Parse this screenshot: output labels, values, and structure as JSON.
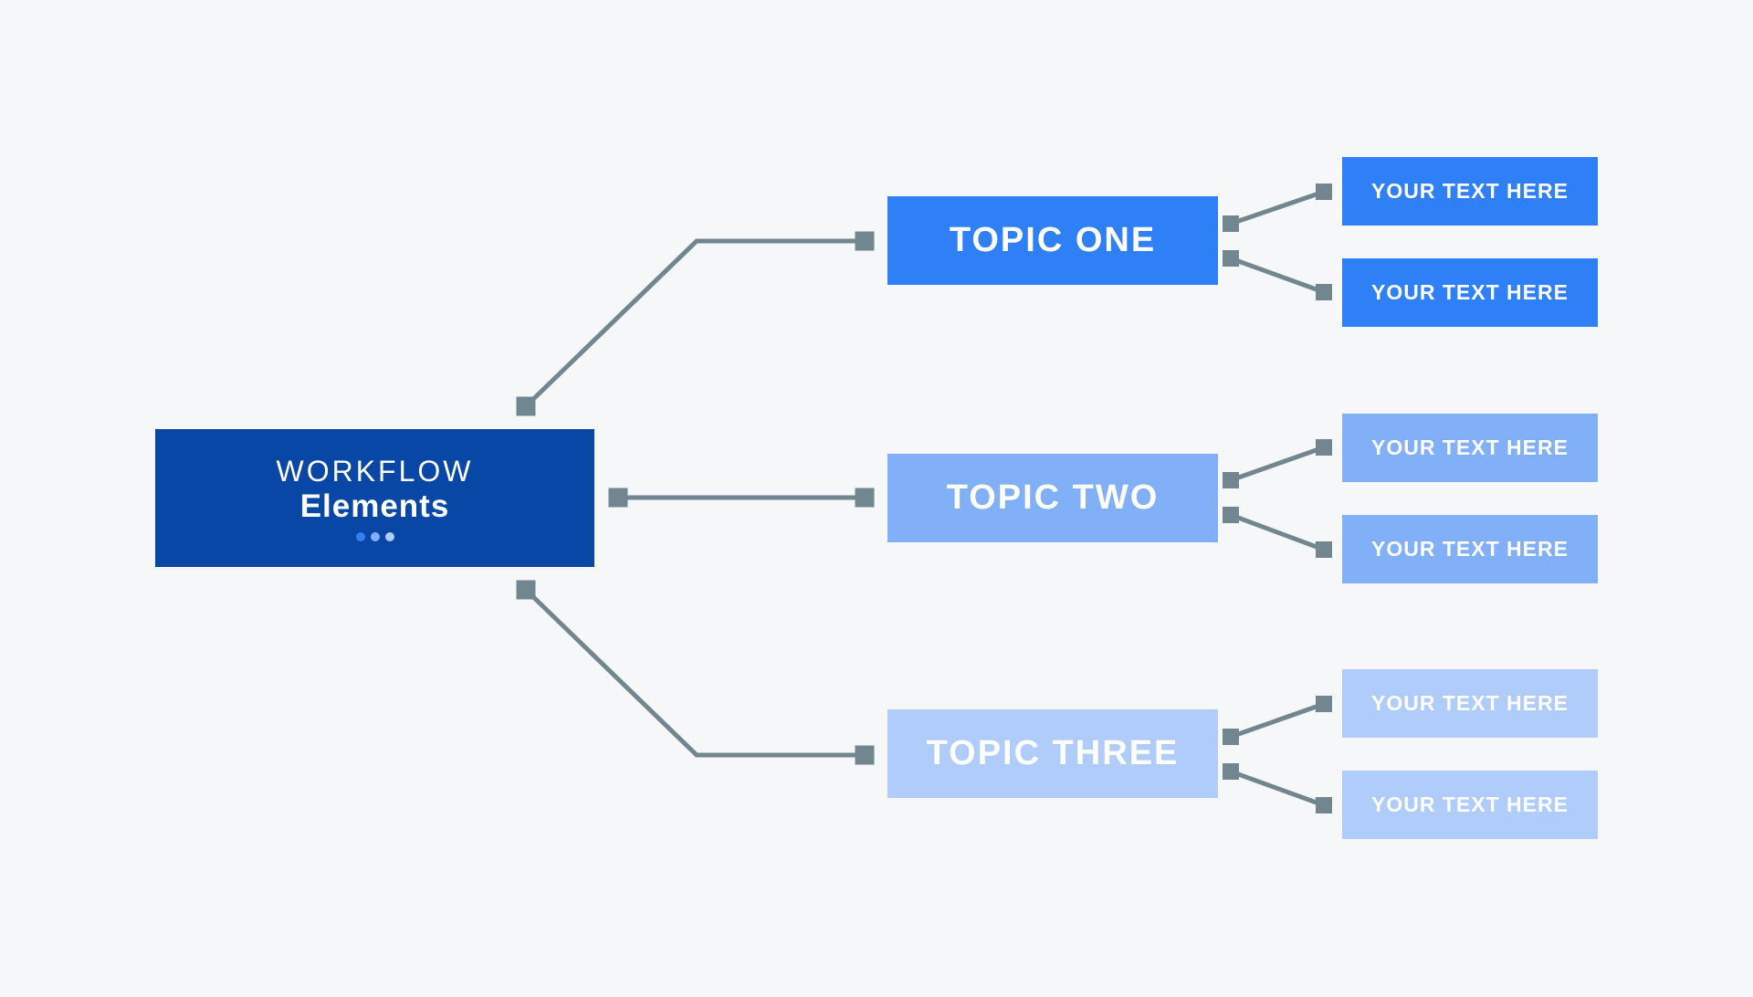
{
  "canvas": {
    "background": "#f6f7f8"
  },
  "colors": {
    "connector": "#72868f",
    "root_fill": "#0847a6",
    "topic_one_fill": "#2f80f7",
    "topic_two_fill": "#81b0f8",
    "topic_three_fill": "#afccfa",
    "label_text": "#ffffff"
  },
  "root": {
    "title_line1": "WORKFLOW",
    "title_line2": "Elements",
    "dots": [
      "#2f80f7",
      "#81b0f8",
      "#afccfa"
    ]
  },
  "topics": [
    {
      "label": "TOPIC ONE",
      "fill": "#2f80f7",
      "children": [
        {
          "label": "YOUR TEXT HERE"
        },
        {
          "label": "YOUR TEXT HERE"
        }
      ]
    },
    {
      "label": "TOPIC TWO",
      "fill": "#81b0f8",
      "children": [
        {
          "label": "YOUR TEXT HERE"
        },
        {
          "label": "YOUR TEXT HERE"
        }
      ]
    },
    {
      "label": "TOPIC THREE",
      "fill": "#afccfa",
      "children": [
        {
          "label": "YOUR TEXT HERE"
        },
        {
          "label": "YOUR TEXT HERE"
        }
      ]
    }
  ]
}
